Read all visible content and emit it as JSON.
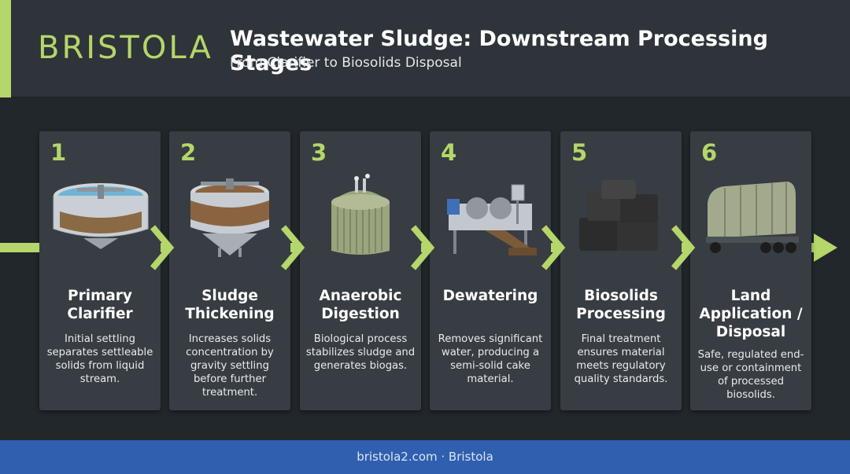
{
  "header": {
    "brand": "BRISTOLA",
    "title": "Wastewater Sludge: Downstream Processing Stages",
    "subtitle": "From Clarifier to Biosolids Disposal"
  },
  "colors": {
    "accent": "#b5d66a",
    "background": "#22272b",
    "card": "#373d42",
    "footer": "#2f5fae"
  },
  "stages": [
    {
      "number": "1",
      "name": "Primary Clarifier",
      "description": "Initial settling separates settleable solids from liquid stream.",
      "icon": "clarifier-tank-icon"
    },
    {
      "number": "2",
      "name": "Sludge Thickening",
      "description": "Increases solids concentration by gravity settling before further treatment.",
      "icon": "thickener-tank-icon"
    },
    {
      "number": "3",
      "name": "Anaerobic Digestion",
      "description": "Biological process stabilizes sludge and generates biogas.",
      "icon": "digester-icon"
    },
    {
      "number": "4",
      "name": "Dewatering",
      "description": "Removes significant water, producing a semi-solid cake material.",
      "icon": "belt-press-icon"
    },
    {
      "number": "5",
      "name": "Biosolids Processing",
      "description": "Final treatment ensures material meets regulatory quality standards.",
      "icon": "biosolids-blocks-icon"
    },
    {
      "number": "6",
      "name": "Land Application / Disposal",
      "description": "Safe, regulated end-use or containment of processed biosolids.",
      "icon": "truck-icon"
    }
  ],
  "footer": {
    "text": "bristola2.com · Bristola"
  }
}
